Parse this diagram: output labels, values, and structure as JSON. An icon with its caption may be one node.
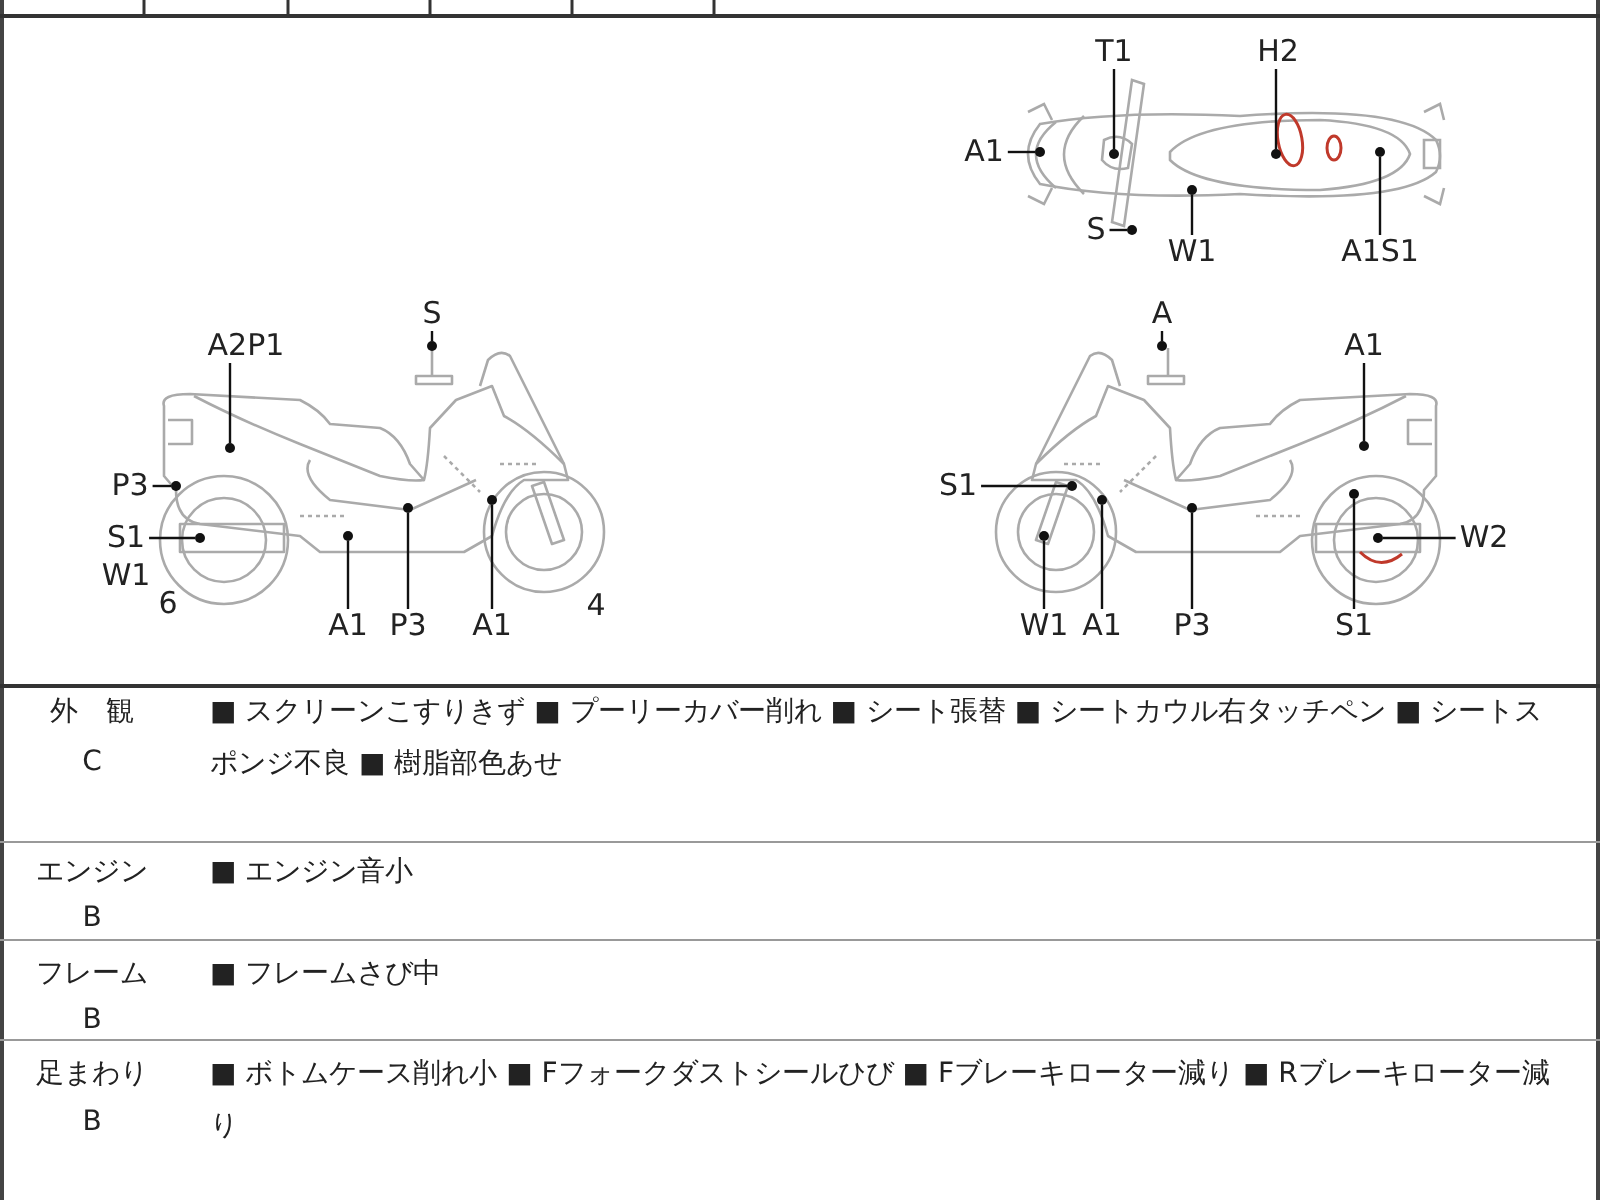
{
  "diagram": {
    "nodes": [
      {
        "text": [
          "T1"
        ]
      },
      {
        "text": [],
        "shape": "circle"
      },
      {
        "text": [
          "H2"
        ]
      },
      {
        "text": [],
        "shape": "circle"
      },
      {
        "text": [
          "A1"
        ]
      },
      {
        "text": [],
        "shape": "circle"
      },
      {
        "text": [
          "S"
        ]
      },
      {
        "text": [],
        "shape": "circle"
      },
      {
        "text": [
          "W1"
        ]
      },
      {
        "text": [],
        "shape": "circle"
      },
      {
        "text": [
          "A1S1"
        ]
      },
      {
        "text": [],
        "shape": "circle"
      },
      {
        "text": [
          "S"
        ]
      },
      {
        "text": [],
        "shape": "circle"
      },
      {
        "text": [
          "A2P1"
        ]
      },
      {
        "text": [],
        "shape": "circle"
      },
      {
        "text": [
          "P3"
        ]
      },
      {
        "text": [],
        "shape": "circle"
      },
      {
        "text": [
          "S1"
        ]
      },
      {
        "text": [],
        "shape": "circle"
      },
      {
        "text": [
          "A1"
        ]
      },
      {
        "text": [],
        "shape": "circle"
      },
      {
        "text": [
          "P3"
        ]
      },
      {
        "text": [],
        "shape": "circle"
      },
      {
        "text": [
          "A1"
        ]
      },
      {
        "text": [],
        "shape": "circle"
      },
      {
        "text": [
          "A"
        ]
      },
      {
        "text": [],
        "shape": "circle"
      },
      {
        "text": [
          "A1"
        ]
      },
      {
        "text": [],
        "shape": "circle"
      },
      {
        "text": [
          "S1"
        ]
      },
      {
        "text": [],
        "shape": "circle"
      },
      {
        "text": [
          "W1"
        ]
      },
      {
        "text": [],
        "shape": "circle"
      },
      {
        "text": [
          "A1"
        ]
      },
      {
        "text": [],
        "shape": "circle"
      },
      {
        "text": [
          "P3"
        ]
      },
      {
        "text": [],
        "shape": "circle"
      },
      {
        "text": [
          "S1"
        ]
      },
      {
        "text": [],
        "shape": "circle"
      },
      {
        "text": [
          "W2"
        ]
      },
      {
        "text": [],
        "shape": "circle"
      }
    ],
    "edges": [
      {
        "from": 0,
        "to": 1,
        "arrow": "none"
      },
      {
        "from": 2,
        "to": 3,
        "arrow": "none"
      },
      {
        "from": 4,
        "to": 5,
        "arrow": "none"
      },
      {
        "from": 6,
        "to": 7,
        "arrow": "none"
      },
      {
        "from": 8,
        "to": 9,
        "arrow": "none"
      },
      {
        "from": 10,
        "to": 11,
        "arrow": "none"
      },
      {
        "from": 12,
        "to": 13,
        "arrow": "none"
      },
      {
        "from": 14,
        "to": 15,
        "arrow": "none"
      },
      {
        "from": 16,
        "to": 17,
        "arrow": "none"
      },
      {
        "from": 18,
        "to": 19,
        "arrow": "none"
      },
      {
        "from": 20,
        "to": 21,
        "arrow": "none"
      },
      {
        "from": 22,
        "to": 23,
        "arrow": "none"
      },
      {
        "from": 24,
        "to": 25,
        "arrow": "none"
      },
      {
        "from": 26,
        "to": 27,
        "arrow": "none"
      },
      {
        "from": 28,
        "to": 29,
        "arrow": "none"
      },
      {
        "from": 30,
        "to": 31,
        "arrow": "none"
      },
      {
        "from": 32,
        "to": 33,
        "arrow": "none"
      },
      {
        "from": 34,
        "to": 35,
        "arrow": "none"
      },
      {
        "from": 36,
        "to": 37,
        "arrow": "none"
      },
      {
        "from": 38,
        "to": 39,
        "arrow": "none"
      },
      {
        "from": 40,
        "to": 41,
        "arrow": "none"
      }
    ],
    "labels": [
      "W1",
      "6",
      "4",
      "外　観",
      "C",
      "■ スクリーンこすりきず ■ プーリーカバー削れ ■ シート張替 ■ シートカウル右タッチペン ■ シートスポンジ不良 ■ 樹脂部色あせ",
      "エンジン",
      "B",
      "■ エンジン音小",
      "フレーム",
      "B",
      "■ フレームさび中",
      "足まわり",
      "B",
      "■ ボトムケース削れ小 ■ Fフォークダストシールひび ■ Fブレーキローター減り ■ Rブレーキローター減り"
    ]
  }
}
